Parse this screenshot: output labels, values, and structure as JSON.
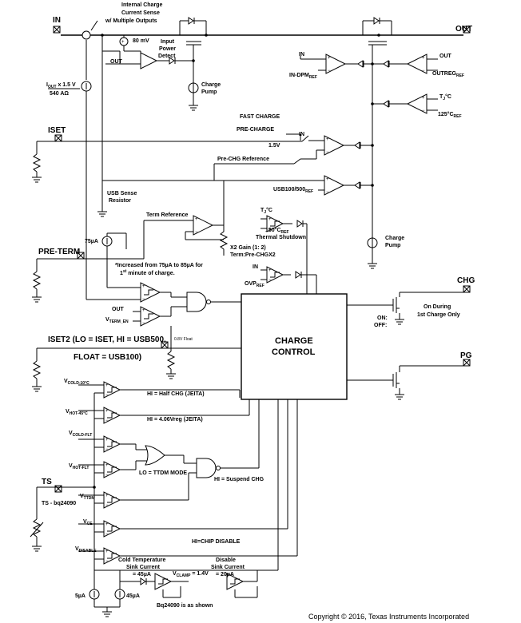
{
  "pins": {
    "in": "IN",
    "out": "OUT",
    "iset": "ISET",
    "pre_term": "PRE-TERM",
    "iset2": "ISET2 (LO = ISET, HI = USB500,",
    "float": "FLOAT = USB100)",
    "ts": "TS",
    "chg": "CHG",
    "pg": "PG"
  },
  "labels": {
    "internal_charge_1": "Internal Charge",
    "internal_charge_2": "Current Sense",
    "internal_charge_3": "w/ Multiple Outputs",
    "mv80": "80 mV",
    "input_power_1": "Input",
    "input_power_2": "Power",
    "input_power_3": "Detect",
    "out_small": "OUT",
    "charge_pump_top_1": "Charge",
    "charge_pump_top_2": "Pump",
    "iout_1": "I",
    "iout_sub": "OUT",
    "iout_2": " x 1.5 V",
    "iout_3": "540 AΩ",
    "in_amp": "IN",
    "in_dpm": "IN-DPM",
    "ref_sub": "REF",
    "out_amp": "OUT",
    "outreg": "OUTREG",
    "tj": "T",
    "tj_sub": "J",
    "tj_deg": "°C",
    "c125": "125°C",
    "fast_charge": "FAST CHARGE",
    "pre_charge": "PRE-CHARGE",
    "in_switch": "IN",
    "v15": "1.5V",
    "pre_chg_ref": "Pre-CHG Reference",
    "usb100": "USB100/500",
    "usb_sense_1": "USB Sense",
    "usb_sense_2": "Resistor",
    "term_ref": "Term Reference",
    "tj_thermal": "T",
    "c150": "150°C",
    "thermal_shutdown": "Thermal Shutdown",
    "x2_gain": "X2 Gain (1: 2)",
    "term_prechgx2": "Term:Pre-CHGX2",
    "ua75": "75µA",
    "increased_1": "*Increased from 75µA to 85µA for",
    "increased_2": "1",
    "increased_sup": "st",
    "increased_3": " minute of charge.",
    "in_ovp": "IN",
    "ovp_ref": "OVP",
    "out_vterm": "OUT",
    "vterm_en": "V",
    "vterm_sub": "TERM_EN",
    "charge_pump_mid_1": "Charge",
    "charge_pump_mid_2": "Pump",
    "charge": "CHARGE",
    "control": "CONTROL",
    "v08_float": "0.8V Float",
    "on": "ON:",
    "off": "OFF:",
    "on_during_1": "On During",
    "on_during_2": "1st Charge Only",
    "vcold_10": "V",
    "vcold_10_sub": "COLD-10°C",
    "hi_half": "HI = Half CHG (JEITA)",
    "vhot_45": "V",
    "vhot_45_sub": "HOT-45°C",
    "hi_406": "HI = 4.06Vreg (JEITA)",
    "vcold_flt": "V",
    "vcold_flt_sub": "COLD-FLT",
    "vhot_flt": "V",
    "vhot_flt_sub": "HOT-FLT",
    "lo_ttdm": "LO = TTDM MODE",
    "hi_suspend": "HI = Suspend CHG",
    "ts_bq": "TS - bq24090",
    "vttdm": "V",
    "vttdm_sub": "TTDM",
    "vce": "V",
    "vce_sub": "CE",
    "hi_chip_disable": "HI=CHIP DISABLE",
    "vdisable": "V",
    "vdisable_sub": "DISABLE",
    "cold_temp_1": "Cold Temperature",
    "cold_temp_2": "Sink Current",
    "cold_temp_3": "= 45µA",
    "vclamp": "V",
    "vclamp_sub": "CLAMP",
    "vclamp_val": " = 1.4V",
    "disable_1": "Disable",
    "disable_2": "Sink Current",
    "disable_3": "= 20µA",
    "ua5": "5µA",
    "ua45": "45µA",
    "bq_shown": "Bq24090 is as shown"
  },
  "copyright": "Copyright © 2016, Texas Instruments Incorporated"
}
